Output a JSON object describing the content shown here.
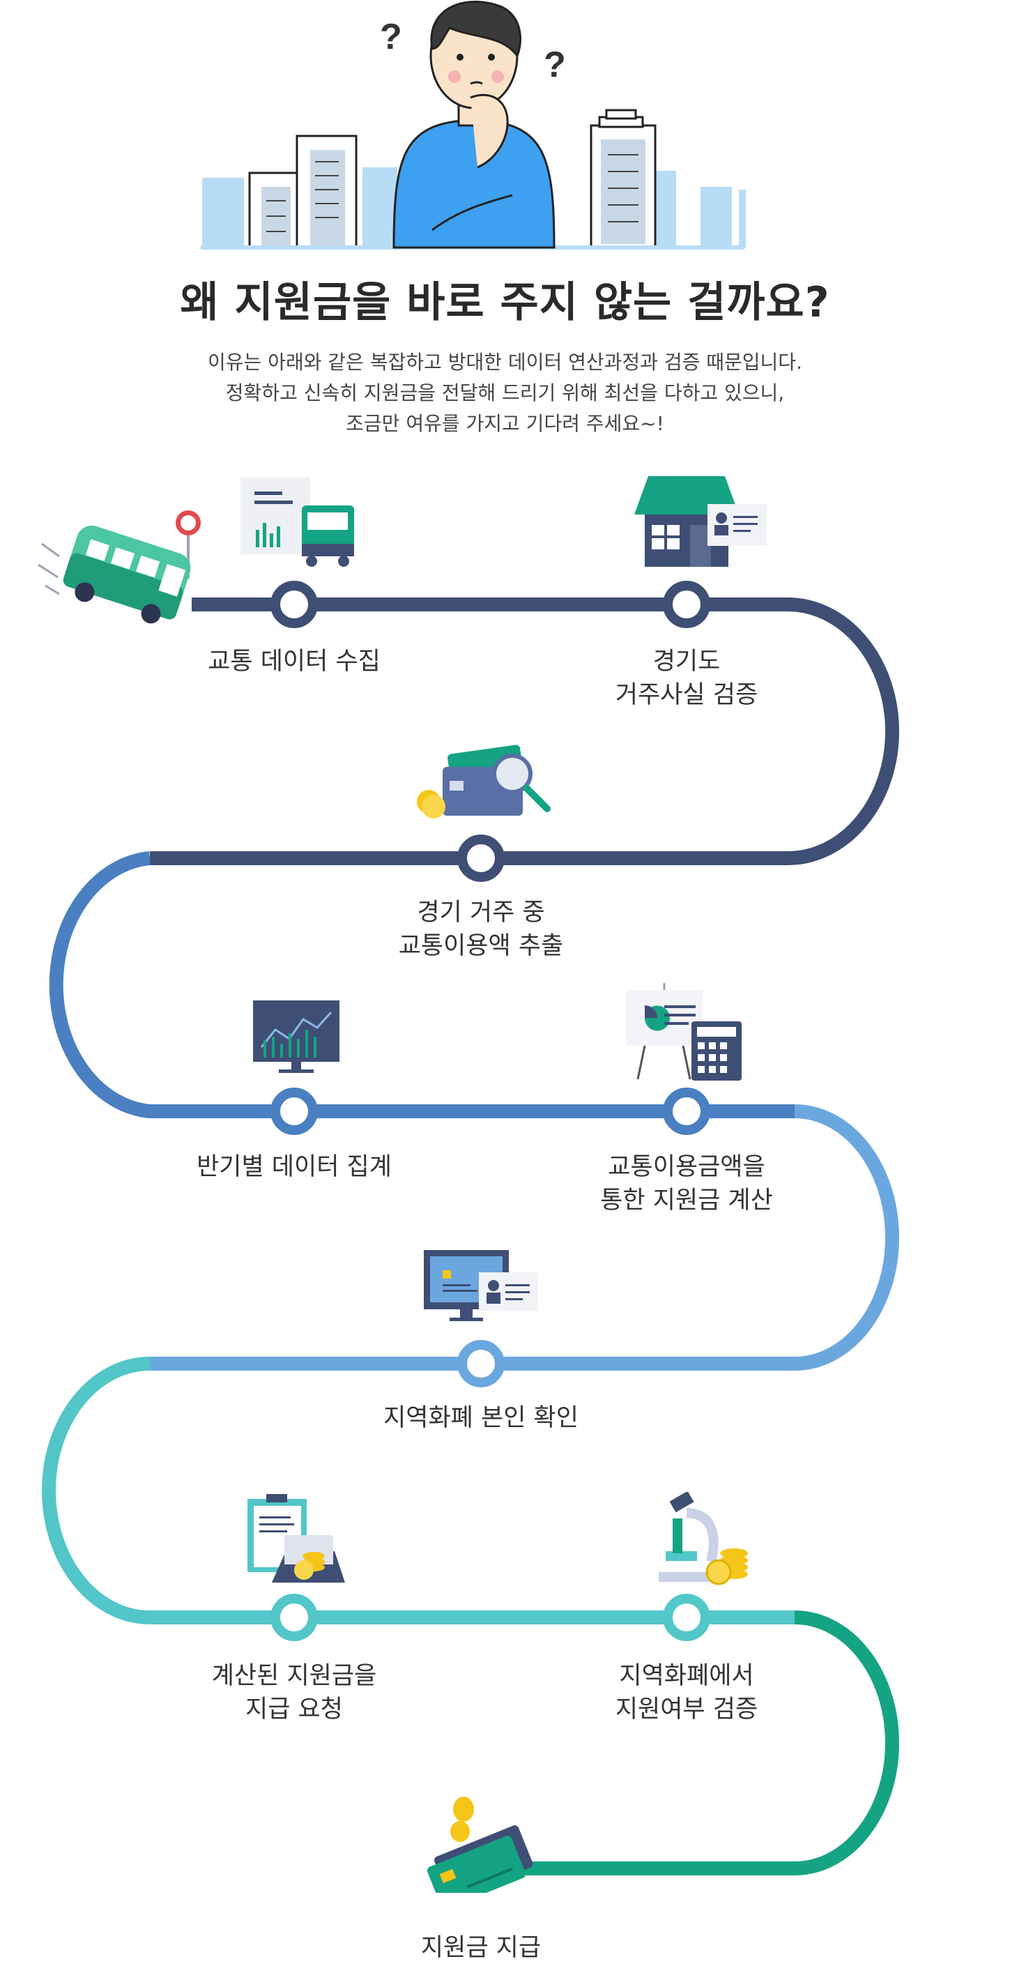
{
  "header": {
    "title": "왜 지원금을 바로 주지 않는 걸까요?",
    "description_lines": [
      "이유는 아래와 같은 복잡하고 방대한 데이터 연산과정과 검증 때문입니다.",
      "정확하고 신속히 지원금을 전달해 드리기 위해 최선을 다하고 있으니,",
      "조금만 여유를 가지고 기다려 주세요~!"
    ]
  },
  "steps": [
    {
      "lines": [
        "교통 데이터 수집"
      ],
      "icon": "truck-report-icon"
    },
    {
      "lines": [
        "경기도",
        "거주사실 검증"
      ],
      "icon": "house-id-icon"
    },
    {
      "lines": [
        "경기 거주 중",
        "교통이용액 추출"
      ],
      "icon": "card-magnifier-icon"
    },
    {
      "lines": [
        "반기별 데이터 집계"
      ],
      "icon": "monitor-chart-icon"
    },
    {
      "lines": [
        "교통이용금액을",
        "통한 지원금 계산"
      ],
      "icon": "calculator-board-icon"
    },
    {
      "lines": [
        "지역화폐 본인 확인"
      ],
      "icon": "monitor-id-icon"
    },
    {
      "lines": [
        "계산된 지원금을",
        "지급 요청"
      ],
      "icon": "clipboard-coins-icon"
    },
    {
      "lines": [
        "지역화폐에서",
        "지원여부 검증"
      ],
      "icon": "microscope-coins-icon"
    },
    {
      "lines": [
        "지원금 지급"
      ],
      "icon": "card-coins-icon"
    }
  ],
  "colors": {
    "navy": "#3f4e74",
    "blue": "#4a7fc1",
    "light_blue": "#6ba7df",
    "teal": "#52c6c9",
    "green": "#14a383",
    "text": "#333333"
  }
}
